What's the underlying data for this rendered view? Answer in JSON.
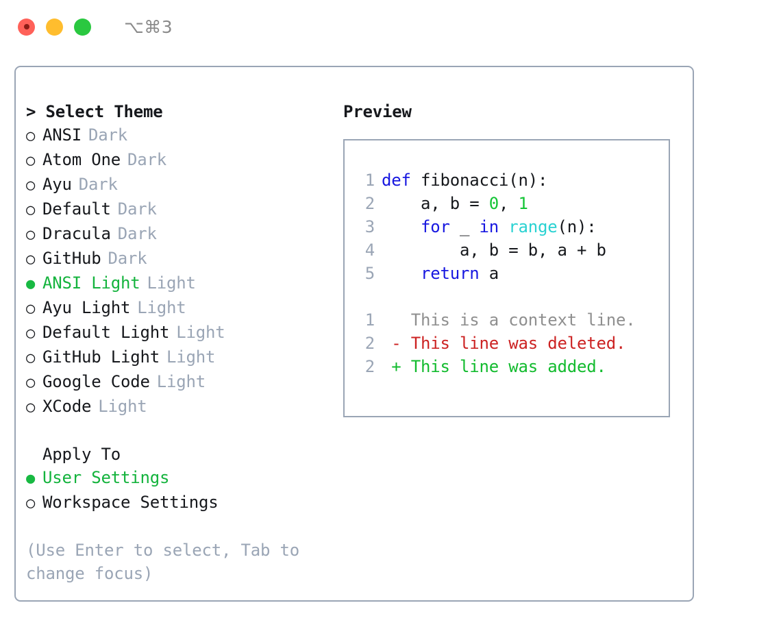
{
  "titlebar": {
    "shortcut": "⌥⌘3",
    "buttons": [
      "close",
      "minimize",
      "maximize"
    ]
  },
  "theme_panel": {
    "heading": "> Select Theme",
    "options": [
      {
        "bullet": "○",
        "label": "ANSI",
        "badge": "Dark",
        "selected": false
      },
      {
        "bullet": "○",
        "label": "Atom One",
        "badge": "Dark",
        "selected": false
      },
      {
        "bullet": "○",
        "label": "Ayu",
        "badge": "Dark",
        "selected": false
      },
      {
        "bullet": "○",
        "label": "Default",
        "badge": "Dark",
        "selected": false
      },
      {
        "bullet": "○",
        "label": "Dracula",
        "badge": "Dark",
        "selected": false
      },
      {
        "bullet": "○",
        "label": "GitHub",
        "badge": "Dark",
        "selected": false
      },
      {
        "bullet": "●",
        "label": "ANSI Light",
        "badge": "Light",
        "selected": true
      },
      {
        "bullet": "○",
        "label": "Ayu Light",
        "badge": "Light",
        "selected": false
      },
      {
        "bullet": "○",
        "label": "Default Light",
        "badge": "Light",
        "selected": false
      },
      {
        "bullet": "○",
        "label": "GitHub Light",
        "badge": "Light",
        "selected": false
      },
      {
        "bullet": "○",
        "label": "Google Code",
        "badge": "Light",
        "selected": false
      },
      {
        "bullet": "○",
        "label": "XCode",
        "badge": "Light",
        "selected": false
      }
    ]
  },
  "apply_to": {
    "heading": "Apply To",
    "options": [
      {
        "bullet": "●",
        "label": "User Settings",
        "selected": true
      },
      {
        "bullet": "○",
        "label": "Workspace Settings",
        "selected": false
      }
    ]
  },
  "hint": "(Use Enter to select, Tab to change focus)",
  "preview": {
    "title": "Preview",
    "code_lines": [
      {
        "num": "1",
        "tokens": [
          {
            "t": "def",
            "c": "kw"
          },
          {
            "t": " fibonacci(n):",
            "c": "txt"
          }
        ]
      },
      {
        "num": "2",
        "tokens": [
          {
            "t": "    a, b = ",
            "c": "txt"
          },
          {
            "t": "0",
            "c": "num"
          },
          {
            "t": ", ",
            "c": "txt"
          },
          {
            "t": "1",
            "c": "num"
          }
        ]
      },
      {
        "num": "3",
        "tokens": [
          {
            "t": "    ",
            "c": "txt"
          },
          {
            "t": "for",
            "c": "kw"
          },
          {
            "t": " _ ",
            "c": "txt"
          },
          {
            "t": "in",
            "c": "kw"
          },
          {
            "t": " ",
            "c": "txt"
          },
          {
            "t": "range",
            "c": "fn"
          },
          {
            "t": "(n):",
            "c": "txt"
          }
        ]
      },
      {
        "num": "4",
        "tokens": [
          {
            "t": "        a, b = b, a + b",
            "c": "txt"
          }
        ]
      },
      {
        "num": "5",
        "tokens": [
          {
            "t": "    ",
            "c": "txt"
          },
          {
            "t": "return",
            "c": "kw"
          },
          {
            "t": " a",
            "c": "txt"
          }
        ]
      }
    ],
    "diff_lines": [
      {
        "num": "1",
        "tokens": [
          {
            "t": "   This is a context line.",
            "c": "ctx"
          }
        ]
      },
      {
        "num": "2",
        "tokens": [
          {
            "t": " - This line was deleted.",
            "c": "del"
          }
        ]
      },
      {
        "num": "2",
        "tokens": [
          {
            "t": " + This line was added.",
            "c": "add"
          }
        ]
      }
    ]
  },
  "colors": {
    "accent_green": "#14b33d",
    "muted": "#9aa5b5",
    "keyword_blue": "#1717e0",
    "function_cyan": "#2ad2d2",
    "number_green": "#12c434",
    "diff_delete_red": "#cc2222",
    "diff_add_green": "#12bb2e",
    "border": "#9aa5b5"
  }
}
